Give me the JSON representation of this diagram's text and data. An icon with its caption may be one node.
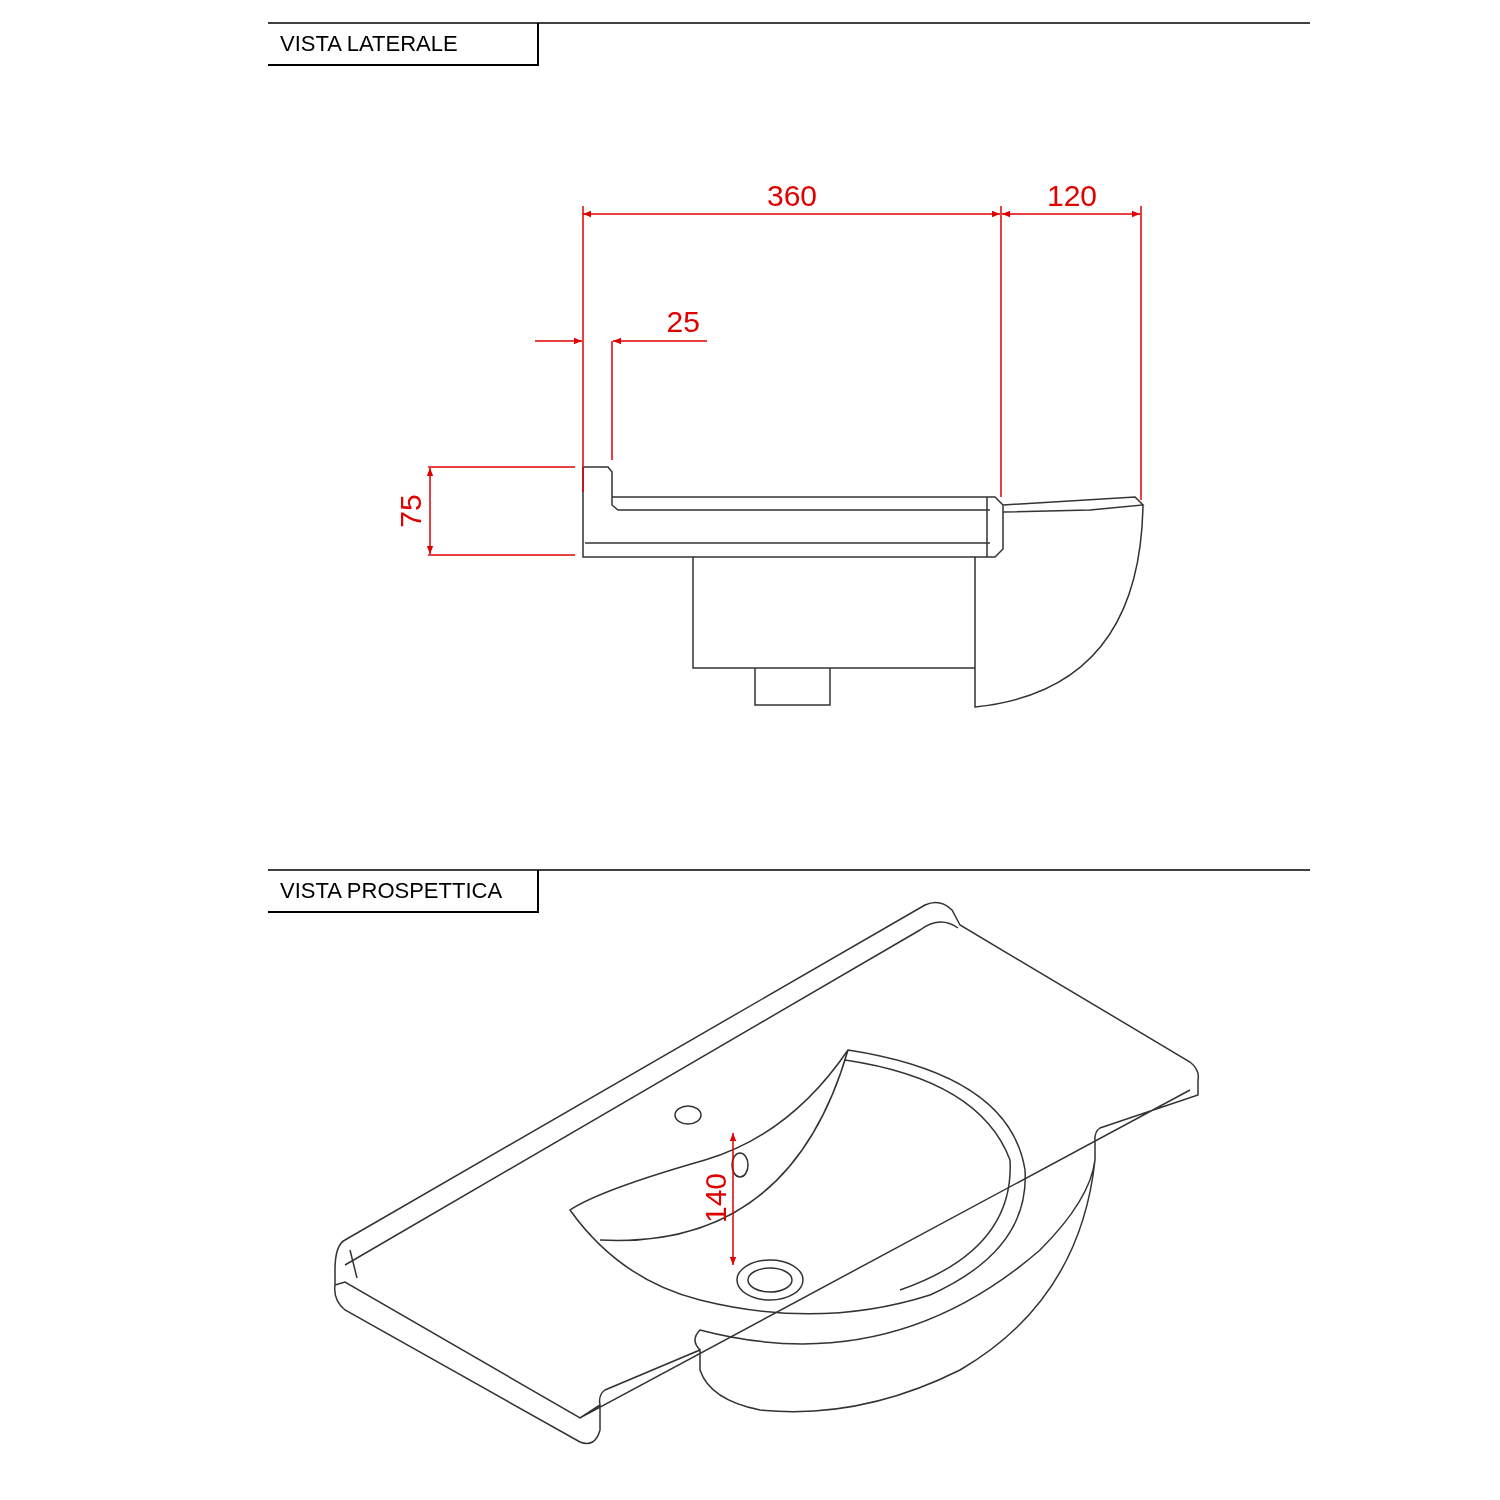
{
  "diagram": {
    "labels": [
      "VISTA LATERALE",
      "360",
      "120",
      "25",
      "75",
      "VISTA PROSPETTICA",
      "140"
    ]
  }
}
